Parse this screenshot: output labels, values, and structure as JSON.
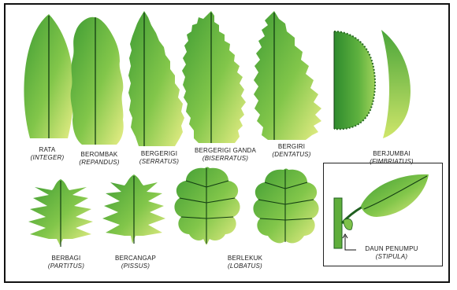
{
  "colors": {
    "leaf_light": "#e6ec7a",
    "leaf_mid": "#7cc245",
    "leaf_dark": "#2f8f2e",
    "vein": "#123d12"
  },
  "leaf_types": [
    {
      "name": "RATA",
      "sci": "(INTEGER)"
    },
    {
      "name": "BEROMBAK",
      "sci": "(REPANDUS)"
    },
    {
      "name": "BERGERIGI",
      "sci": "(SERRATUS)"
    },
    {
      "name": "BERGERIGI GANDA",
      "sci": "(BISERRATUS)"
    },
    {
      "name": "BERGIRI",
      "sci": "(DENTATUS)"
    },
    {
      "name": "BERJUMBAI",
      "sci": "(FIMBRIATUS)"
    },
    {
      "name": "BERBAGI",
      "sci": "(PARTITUS)"
    },
    {
      "name": "BERCANGAP",
      "sci": "(PISSUS)"
    },
    {
      "name": "BERLEKUK",
      "sci": "(LOBATUS)"
    }
  ],
  "stipula": {
    "name": "DAUN PENUMPU",
    "sci": "(STIPULA)"
  }
}
